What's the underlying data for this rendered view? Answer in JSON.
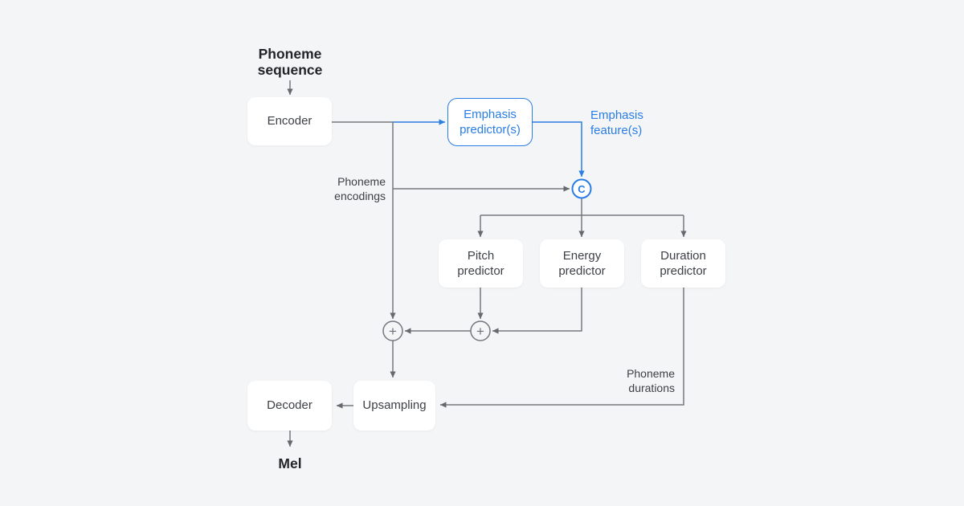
{
  "colors": {
    "background": "#f4f5f7",
    "node_fill": "#ffffff",
    "accent_blue": "#2a7de4",
    "line_gray": "#75787e",
    "arrow_gray": "#66696e",
    "node_text": "#3d4046",
    "bold_label_text": "#222428"
  },
  "diagram": {
    "input_label": "Phoneme sequence",
    "output_label": "Mel",
    "nodes": {
      "encoder": "Encoder",
      "emphasis_predictor": "Emphasis predictor(s)",
      "pitch_predictor": "Pitch predictor",
      "energy_predictor": "Energy predictor",
      "duration_predictor": "Duration predictor",
      "decoder": "Decoder",
      "upsampling": "Upsampling"
    },
    "edge_labels": {
      "phoneme_encodings": "Phoneme encodings",
      "emphasis_features": "Emphasis feature(s)",
      "phoneme_durations": "Phoneme durations"
    },
    "operators": {
      "concat": "C",
      "add": "+"
    }
  }
}
